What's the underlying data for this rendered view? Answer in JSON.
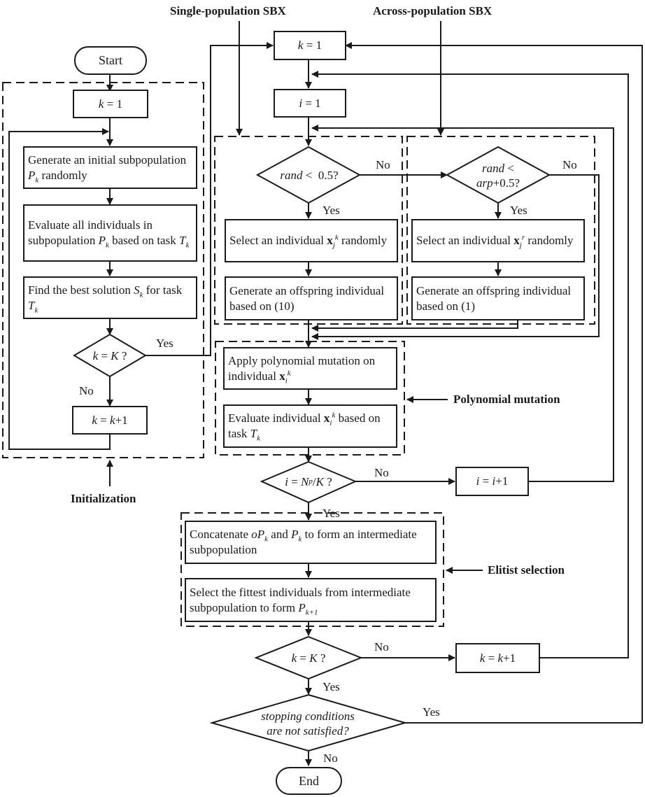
{
  "section_titles": {
    "single_population_sbx": "Single-population SBX",
    "across_population_sbx": "Across-population SBX",
    "initialization": "Initialization",
    "polynomial_mutation": "Polynomial mutation",
    "elitist_selection": "Elitist selection"
  },
  "terminals": {
    "start": "Start",
    "end": "End"
  },
  "init": {
    "k_init": {
      "var": "k",
      "op": " = ",
      "val": "1"
    },
    "generate": {
      "pre": "Generate an initial subpopulation ",
      "sym": "P",
      "sub": "k",
      "post": " randomly"
    },
    "evaluate": {
      "pre": "Evaluate all individuals in subpopulation ",
      "sym": "P",
      "sub": "k",
      "mid": " based on task ",
      "sym2": "T",
      "sub2": "k"
    },
    "find_best": {
      "pre": "Find the best solution ",
      "sym": "S",
      "sub": "k",
      "mid": " for task ",
      "sym2": "T",
      "sub2": "k"
    },
    "decision": {
      "var": "k",
      "op": " = ",
      "rhs": "K",
      "q": " ?"
    },
    "increment": {
      "var": "k",
      "op": " = ",
      "rhs": "k",
      "tail": "+1"
    },
    "yes": "Yes",
    "no": "No"
  },
  "main": {
    "k_init": {
      "var": "k",
      "op": " = ",
      "val": "1"
    },
    "i_init": {
      "var": "i",
      "op": " = ",
      "val": "1"
    },
    "sbx_decision": {
      "var": "rand",
      "rest": " <  0.5?"
    },
    "sbx_no": "No",
    "sbx_yes": "Yes",
    "select_single": {
      "pre": "Select an individual ",
      "vec": "x",
      "sub": "j",
      "sup": "k",
      "post": " randomly"
    },
    "offspring_single": "Generate an offspring individual based on (10)",
    "across_decision": {
      "var": "rand",
      "lt": " <",
      "var2": "arp",
      "rest": "+0.5?"
    },
    "across_no": "No",
    "across_yes": "Yes",
    "select_across": {
      "pre": "Select an individual ",
      "vec": "x",
      "sub": "j",
      "sup": "r",
      "post": " randomly"
    },
    "offspring_across": "Generate an offspring individual based on (1)",
    "mutation": {
      "pre": "Apply polynomial mutation on individual ",
      "vec": "x",
      "sub": "i",
      "sup": "k"
    },
    "evaluate_ind": {
      "pre": "Evaluate individual ",
      "vec": "x",
      "sub": "i",
      "sup": "k",
      "mid": " based on task ",
      "sym": "T",
      "symsub": "k"
    },
    "i_decision": {
      "var": "i",
      "op": " = ",
      "sym": "N",
      "sub": "p",
      "rest": "/",
      "K": "K",
      "q": " ?"
    },
    "i_no": "No",
    "i_yes": "Yes",
    "i_increment": {
      "var": "i",
      "op": " = ",
      "rhs": "i",
      "tail": "+1"
    },
    "concatenate": {
      "pre": "Concatenate ",
      "o": "o",
      "sym": "P",
      "sub": "k",
      "mid": " and ",
      "sym2": "P",
      "sub2": "k",
      "post": " to form an intermediate subpopulation"
    },
    "select_fittest": {
      "pre": "Select the fittest individuals from intermediate subpopulation to form ",
      "sym": "P",
      "sub": "k+1"
    },
    "k_decision": {
      "var": "k",
      "op": " = ",
      "rhs": "K",
      "q": " ?"
    },
    "k_no": "No",
    "k_yes": "Yes",
    "k_increment": {
      "var": "k",
      "op": " = ",
      "rhs": "k",
      "tail": "+1"
    },
    "stop_decision": {
      "line1": "stopping conditions",
      "line2": "are not satisfied?"
    },
    "stop_yes": "Yes",
    "stop_no": "No"
  },
  "colors": {
    "stroke": "#1a1a1a",
    "background": "#ffffff"
  }
}
